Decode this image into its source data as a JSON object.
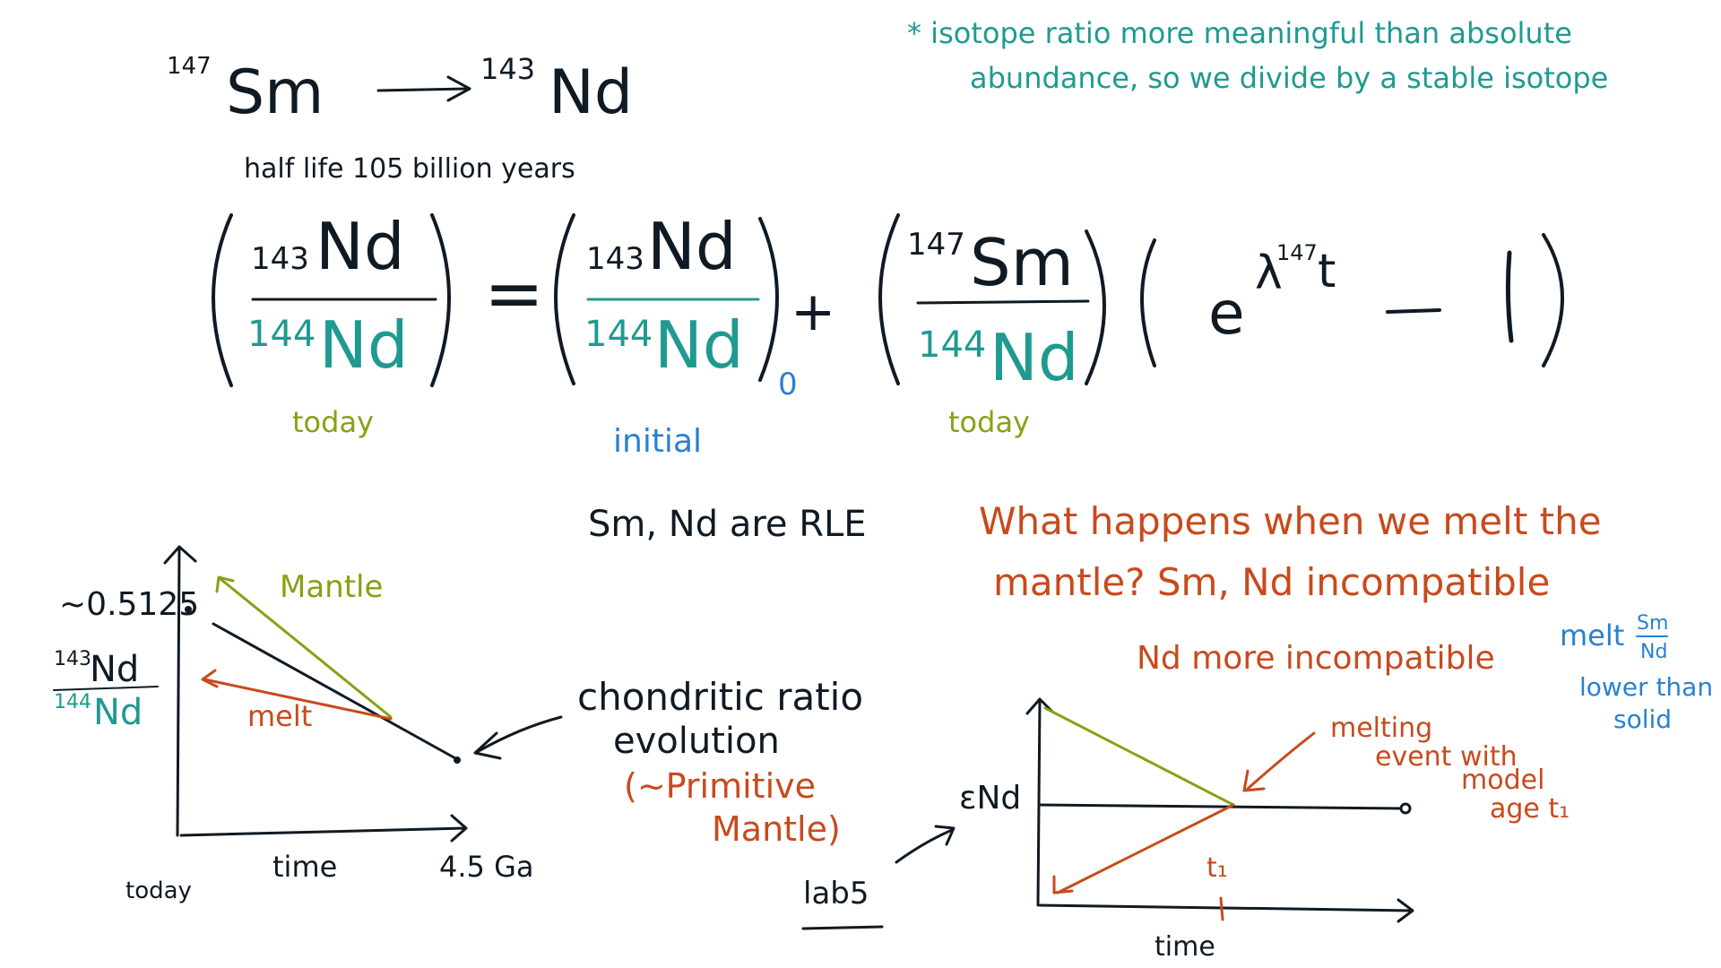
{
  "colors": {
    "ink": "#0f1a24",
    "teal": "#1f9a90",
    "green": "#86a214",
    "blue": "#2a80d0",
    "orange": "#c84a1c"
  },
  "reaction": {
    "parent_mass": "147",
    "parent": "Sm",
    "daughter_mass": "143",
    "daughter": "Nd",
    "half_life": "half life 105 billion years"
  },
  "note": {
    "line1": "* isotope ratio more meaningful than absolute",
    "line2": "abundance, so we divide by a stable isotope"
  },
  "equation": {
    "m143": "143",
    "m144": "144",
    "m147": "147",
    "nd": "Nd",
    "sm": "Sm",
    "equals": "=",
    "plus": "+",
    "subscript0": "0",
    "e": "e",
    "lambda": "λ",
    "lambda_mass": "147",
    "t": "t",
    "minus": "−",
    "one": "1",
    "label_today1": "today",
    "label_initial": "initial",
    "label_today2": "today"
  },
  "rle_note": "Sm, Nd are RLE",
  "question": {
    "line1": "What happens when we melt the",
    "line2": "mantle? Sm, Nd incompatible",
    "line3": "Nd more incompatible"
  },
  "melt_note": {
    "prefix": "melt",
    "frac_top": "Sm",
    "frac_bottom": "Nd",
    "line2": "lower than",
    "line3": "solid"
  },
  "left_graph": {
    "y_value": "~0.5125",
    "y_mass_top": "143",
    "y_top": "Nd",
    "y_mass_bottom": "144",
    "y_bottom": "Nd",
    "mantle_label": "Mantle",
    "melt_label": "melt",
    "x_label": "time",
    "x_end": "4.5 Ga",
    "x_start": "today",
    "chondritic_line1": "chondritic ratio",
    "chondritic_line2": "evolution",
    "primitive_line1": "(~Primitive",
    "primitive_line2": "Mantle)"
  },
  "right_graph": {
    "y_label": "εNd",
    "melting_line1": "melting",
    "melting_line2": "event with",
    "melting_line3": "model",
    "melting_line4": "age t₁",
    "t1": "t₁",
    "x_label": "time",
    "lab_label": "lab5"
  }
}
